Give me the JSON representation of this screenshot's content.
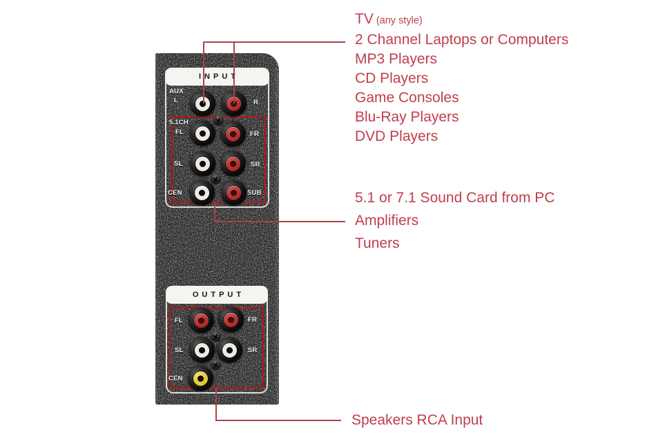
{
  "colors": {
    "annotation_text": "#c03e4c",
    "annotation_line": "#a8434b",
    "highlight_box_red": "#b91411",
    "panel_base": "#1b1b1b",
    "section_label_bg": "#f5f4f1",
    "jack_white": "#ece9e3",
    "jack_red": "#a62523",
    "jack_yellow": "#d9bf2d"
  },
  "panel": {
    "input": {
      "header": "INPUT",
      "aux": {
        "group": "AUX",
        "left": "L",
        "right": "R"
      },
      "ch51_group": "5.1CH",
      "jacks": {
        "fl": "FL",
        "fr": "FR",
        "sl": "SL",
        "sr": "SR",
        "cen": "CEN",
        "sub": "SUB"
      }
    },
    "output": {
      "header": "OUTPUT",
      "jacks": {
        "fl": "FL",
        "fr": "FR",
        "sl": "SL",
        "sr": "SR",
        "cen": "CEN"
      }
    }
  },
  "annotations": {
    "aux_sources": {
      "title_main": "TV",
      "title_note": "(any style)",
      "items": [
        "2 Channel Laptops or Computers",
        "MP3 Players",
        "CD Players",
        "Game Consoles",
        "Blu-Ray Players",
        "DVD Players"
      ]
    },
    "ch51_sources": {
      "items": [
        "5.1 or 7.1 Sound Card from PC",
        "Amplifiers",
        "Tuners"
      ]
    },
    "output_note": "Speakers RCA Input"
  }
}
